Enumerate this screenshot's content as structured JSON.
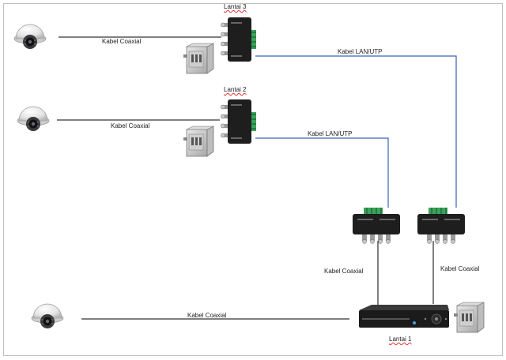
{
  "floors": {
    "lantai_3": "Lantai 3",
    "lantai_2": "Lantai 2",
    "lantai_1": "Lantai 1"
  },
  "cables": {
    "coax_floor3": "Kabel Coaxial",
    "coax_floor2": "Kabel Coaxial",
    "coax_floor1": "Kabel Coaxial",
    "lan_floor3": "Kabel LAN/UTP",
    "lan_floor2": "Kabel LAN/UTP",
    "coax_receiver_left": "Kabel Coaxial",
    "coax_receiver_right": "Kabel Coaxial"
  },
  "colors": {
    "lan_cable": "#3a63b8",
    "coax_cable": "#000000",
    "device_body": "#1e1e1e",
    "camera_body": "#e9e9e9",
    "panel_box": "#c9c9c9"
  }
}
